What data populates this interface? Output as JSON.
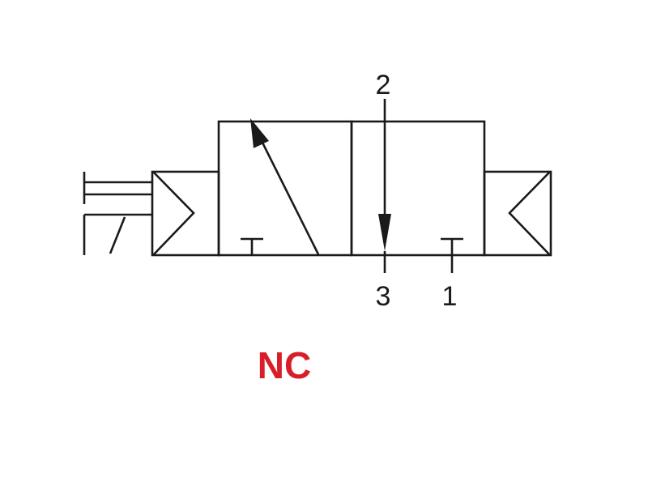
{
  "ports": {
    "top": "2",
    "bottom_left": "3",
    "bottom_right": "1"
  },
  "caption": {
    "text": "NC",
    "color": "#d81e2a"
  },
  "colors": {
    "line": "#1a1a1a"
  }
}
